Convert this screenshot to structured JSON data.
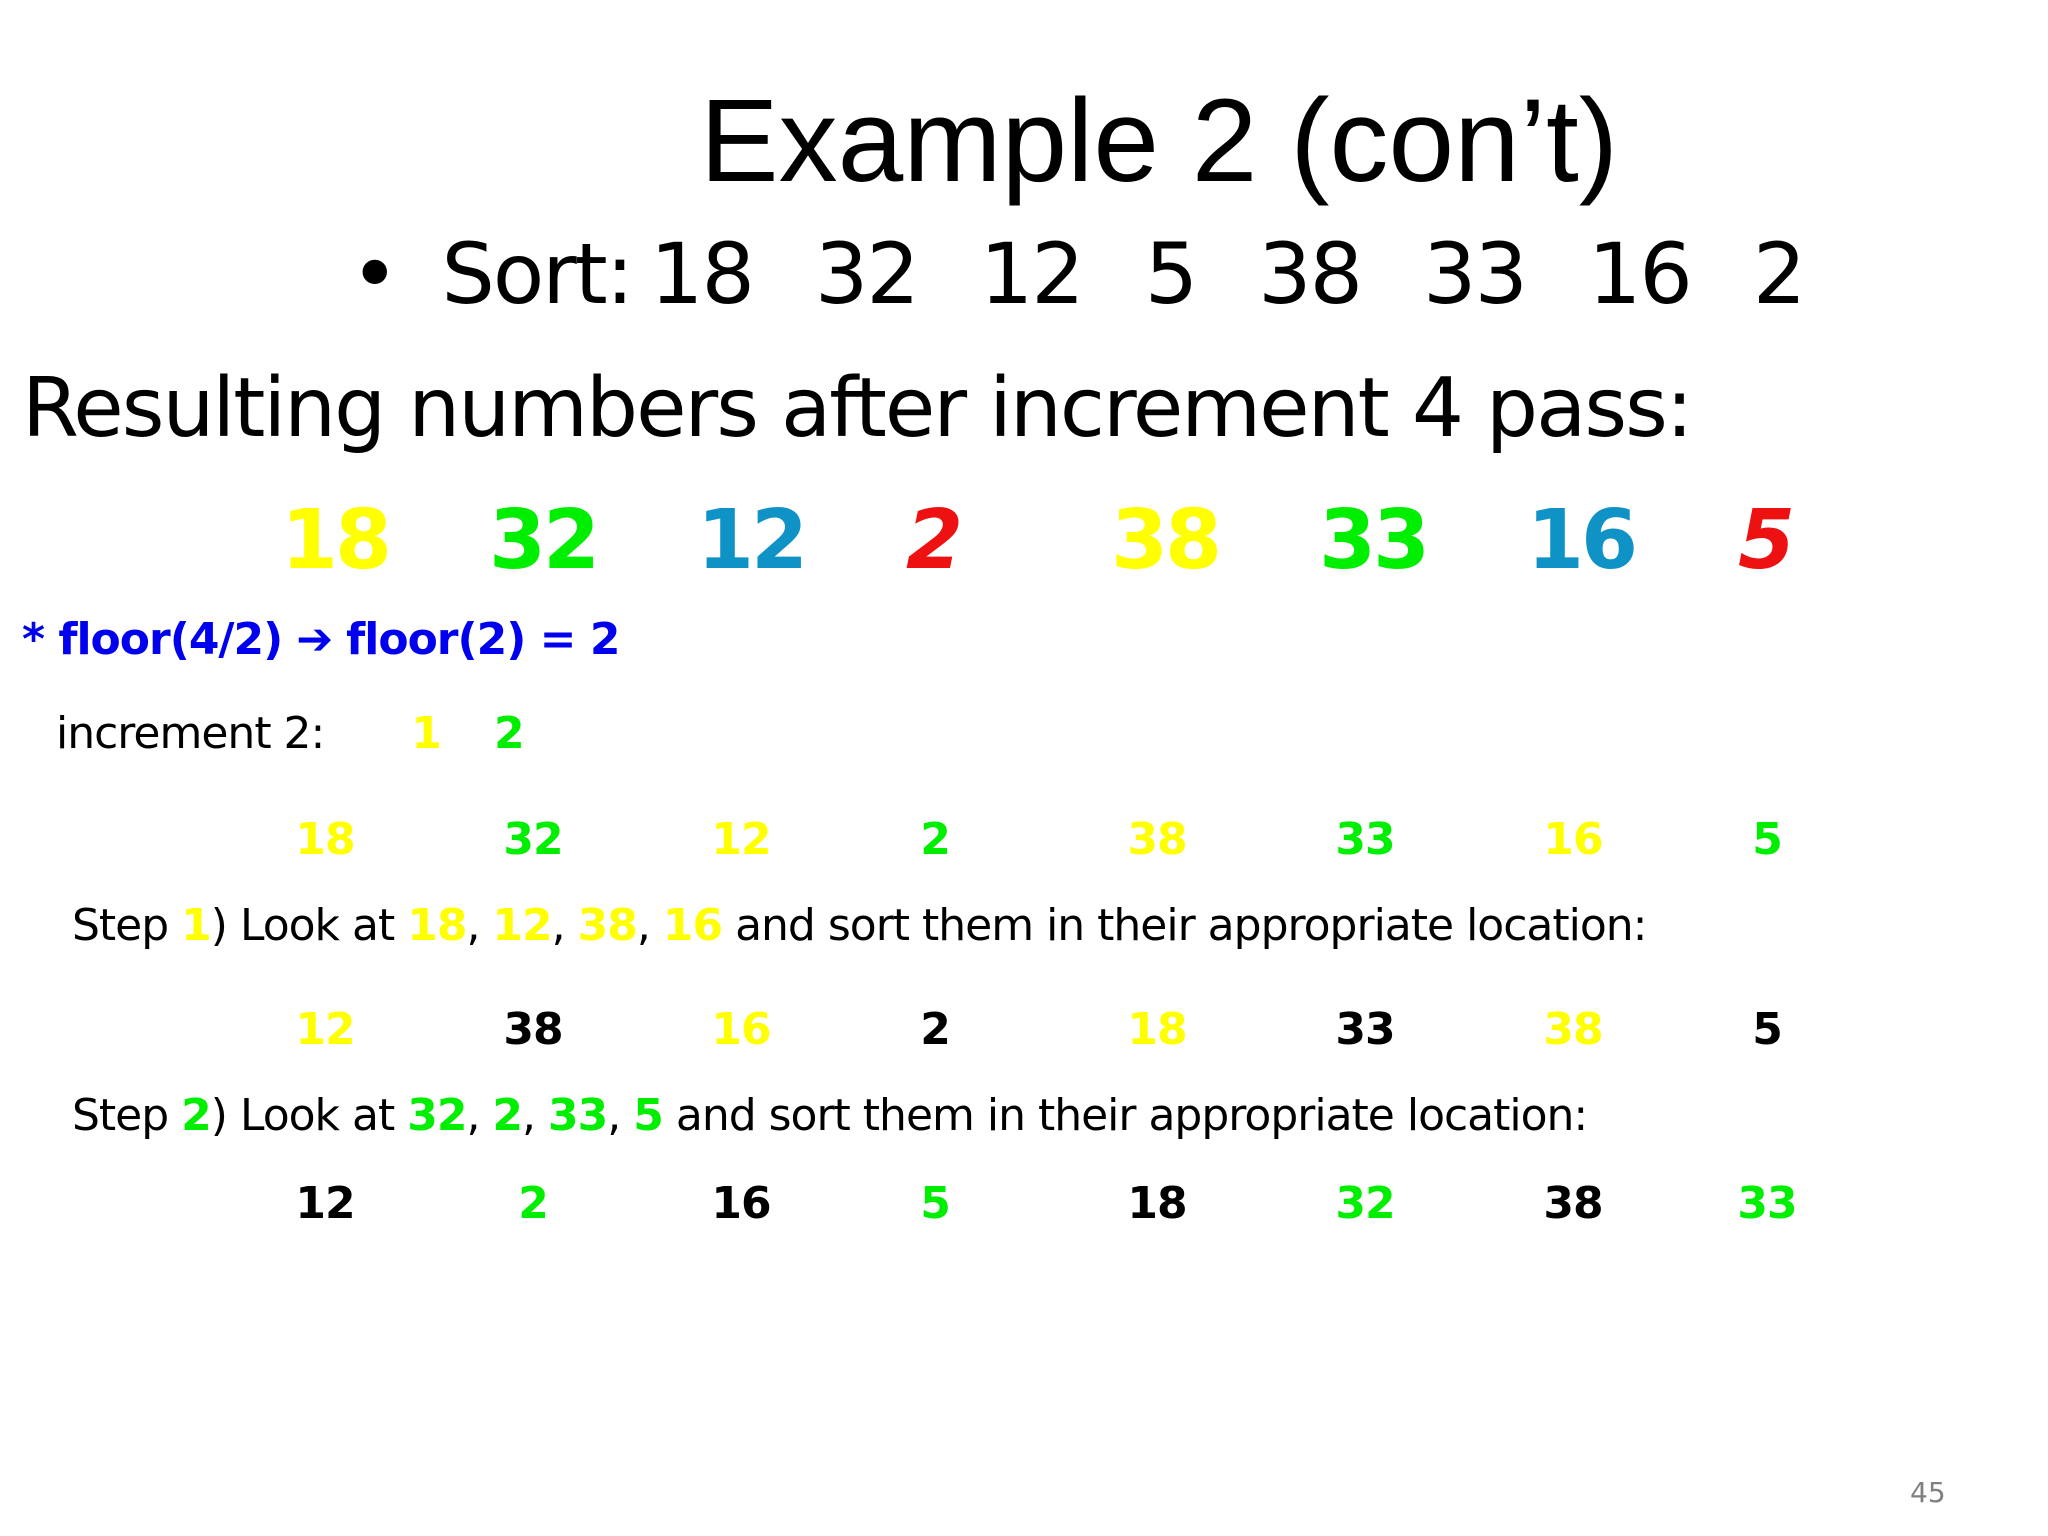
{
  "colors": {
    "yellow": "#ffff00",
    "green": "#00ee00",
    "blue": "#0f93c7",
    "red": "#ee1111",
    "navy": "#0000ee",
    "black": "#000000"
  },
  "title": "Example 2 (con’t)",
  "bullet": {
    "label": "Sort:",
    "numbers": [
      "18",
      "32",
      "12",
      "5",
      "38",
      "33",
      "16",
      "2"
    ]
  },
  "heading": "Resulting numbers after increment 4 pass:",
  "increment4_result": [
    {
      "value": "18",
      "color": "yellow",
      "italic": false
    },
    {
      "value": "32",
      "color": "green",
      "italic": false
    },
    {
      "value": "12",
      "color": "blue",
      "italic": false
    },
    {
      "value": "2",
      "color": "red",
      "italic": true
    },
    {
      "value": "38",
      "color": "yellow",
      "italic": false
    },
    {
      "value": "33",
      "color": "green",
      "italic": false
    },
    {
      "value": "16",
      "color": "blue",
      "italic": false
    },
    {
      "value": "5",
      "color": "red",
      "italic": true
    }
  ],
  "floor_note": {
    "left": "* floor(4/2)",
    "arrow_icon": "right-arrow-icon",
    "right": "floor(2) = 2"
  },
  "increment_line": {
    "label": "increment 2:",
    "values": [
      "1",
      "2"
    ]
  },
  "row1": [
    {
      "value": "18",
      "color": "yellow"
    },
    {
      "value": "32",
      "color": "green"
    },
    {
      "value": "12",
      "color": "yellow"
    },
    {
      "value": "2",
      "color": "green"
    },
    {
      "value": "38",
      "color": "yellow"
    },
    {
      "value": "33",
      "color": "green"
    },
    {
      "value": "16",
      "color": "yellow"
    },
    {
      "value": "5",
      "color": "green"
    }
  ],
  "step1": {
    "prefix": "Step ",
    "num": "1",
    "mid": ") Look at ",
    "values": [
      "18",
      "12",
      "38",
      "16"
    ],
    "suffix": " and sort them in their appropriate location:"
  },
  "row2": [
    {
      "value": "12",
      "color": "yellow"
    },
    {
      "value": "38",
      "color": "black"
    },
    {
      "value": "16",
      "color": "yellow"
    },
    {
      "value": "2",
      "color": "black"
    },
    {
      "value": "18",
      "color": "yellow"
    },
    {
      "value": "33",
      "color": "black"
    },
    {
      "value": "38",
      "color": "yellow"
    },
    {
      "value": "5",
      "color": "black"
    }
  ],
  "step2": {
    "prefix": "Step ",
    "num": "2",
    "mid": ") Look at ",
    "values": [
      "32",
      "2",
      "33",
      "5"
    ],
    "suffix": " and sort them in their appropriate location:"
  },
  "row3": [
    {
      "value": "12",
      "color": "black"
    },
    {
      "value": "2",
      "color": "green"
    },
    {
      "value": "16",
      "color": "black"
    },
    {
      "value": "5",
      "color": "green"
    },
    {
      "value": "18",
      "color": "black"
    },
    {
      "value": "32",
      "color": "green"
    },
    {
      "value": "38",
      "color": "black"
    },
    {
      "value": "33",
      "color": "green"
    }
  ],
  "page_number": "45"
}
